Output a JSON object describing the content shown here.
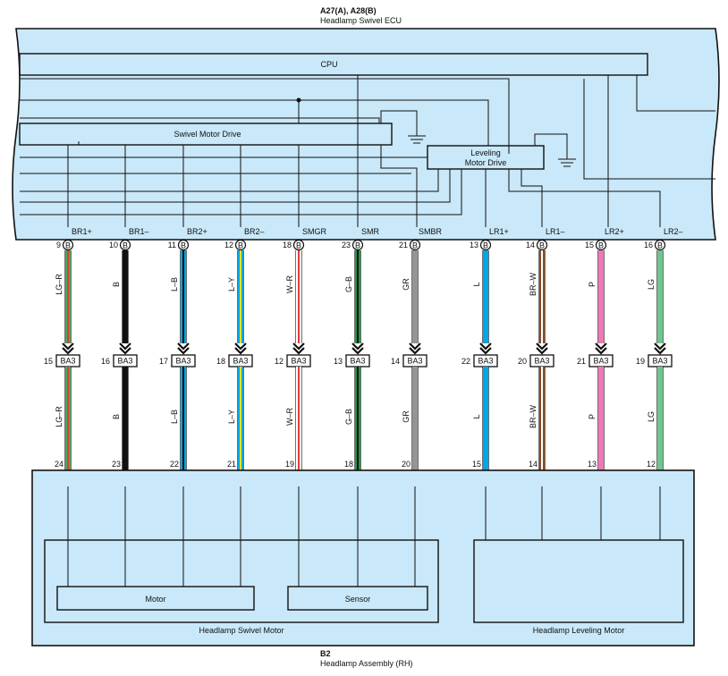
{
  "ecu": {
    "code": "A27(A), A28(B)",
    "name": "Headlamp Swivel ECU",
    "cpu_label": "CPU",
    "swivel_drive_label": "Swivel Motor Drive",
    "leveling_drive_label": [
      "Leveling",
      "Motor Drive"
    ]
  },
  "assembly": {
    "code": "B2",
    "name": "Headlamp Assembly (RH)",
    "swivel_motor_label": "Headlamp Swivel Motor",
    "leveling_motor_label": "Headlamp Leveling Motor",
    "motor_label": "Motor",
    "sensor_label": "Sensor"
  },
  "connector_letter": "B",
  "junction_code": "BA3",
  "circuits": [
    {
      "signal": "BR1+",
      "ecu_pin": "9",
      "wire": "LG–R",
      "junction_pin": "15",
      "assy_pin": "24",
      "colors": [
        "#49a85c",
        "#e23a3a"
      ]
    },
    {
      "signal": "BR1–",
      "ecu_pin": "10",
      "wire": "B",
      "junction_pin": "16",
      "assy_pin": "23",
      "colors": [
        "#111111"
      ]
    },
    {
      "signal": "BR2+",
      "ecu_pin": "11",
      "wire": "L–B",
      "junction_pin": "17",
      "assy_pin": "22",
      "colors": [
        "#00a6e8",
        "#111111"
      ]
    },
    {
      "signal": "BR2–",
      "ecu_pin": "12",
      "wire": "L–Y",
      "junction_pin": "18",
      "assy_pin": "21",
      "colors": [
        "#00a6e8",
        "#f2e20c"
      ]
    },
    {
      "signal": "SMGR",
      "ecu_pin": "18",
      "wire": "W–R",
      "junction_pin": "12",
      "assy_pin": "19",
      "colors": [
        "#ffffff",
        "#e23a3a"
      ]
    },
    {
      "signal": "SMR",
      "ecu_pin": "23",
      "wire": "G–B",
      "junction_pin": "13",
      "assy_pin": "18",
      "colors": [
        "#1e9a46",
        "#111111"
      ]
    },
    {
      "signal": "SMBR",
      "ecu_pin": "21",
      "wire": "GR",
      "junction_pin": "14",
      "assy_pin": "20",
      "colors": [
        "#959595"
      ]
    },
    {
      "signal": "LR1+",
      "ecu_pin": "13",
      "wire": "L",
      "junction_pin": "22",
      "assy_pin": "15",
      "colors": [
        "#00a6e8"
      ]
    },
    {
      "signal": "LR1–",
      "ecu_pin": "14",
      "wire": "BR–W",
      "junction_pin": "20",
      "assy_pin": "14",
      "colors": [
        "#8b4a24",
        "#ffffff"
      ]
    },
    {
      "signal": "LR2+",
      "ecu_pin": "15",
      "wire": "P",
      "junction_pin": "21",
      "assy_pin": "13",
      "colors": [
        "#ee78b6"
      ]
    },
    {
      "signal": "LR2–",
      "ecu_pin": "16",
      "wire": "LG",
      "junction_pin": "19",
      "assy_pin": "12",
      "colors": [
        "#6fc58e"
      ]
    }
  ]
}
